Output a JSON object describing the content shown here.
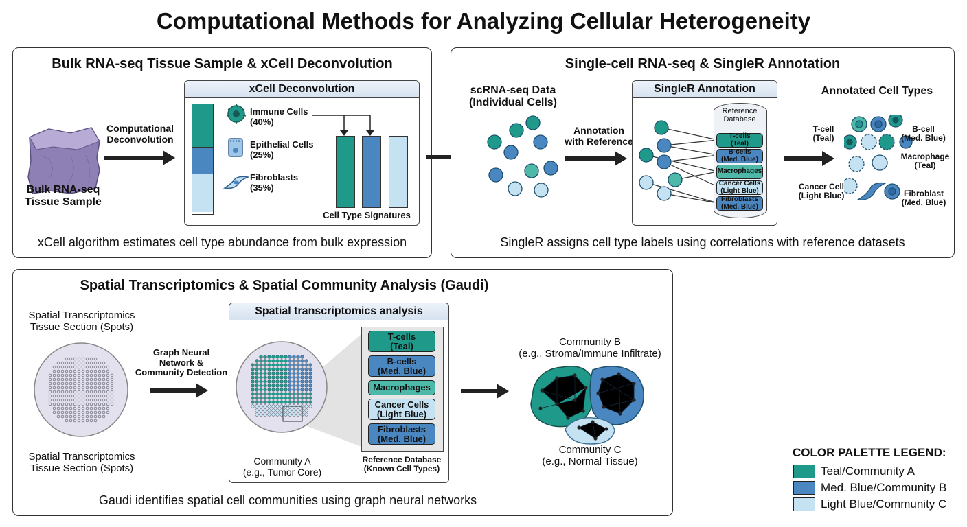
{
  "title": "Computational Methods for Analyzing Cellular Heterogeneity",
  "colors": {
    "teal": "#1f9a8a",
    "med_blue": "#4a86c0",
    "light_blue": "#c4e2f2",
    "tissue_purple": "#a99bc6"
  },
  "panel1": {
    "title": "Bulk RNA-seq Tissue Sample & xCell Deconvolution",
    "tissue_label": [
      "Bulk RNA-seq",
      "Tissue Sample"
    ],
    "arrow_label": [
      "Computational",
      "Deconvolution"
    ],
    "xcell_title": "xCell Deconvolution",
    "cells": [
      {
        "name": "Immune Cells",
        "pct": "(40%)",
        "icon": "immune-cell-icon"
      },
      {
        "name": "Epithelial Cells",
        "pct": "(25%)",
        "icon": "epithelial-cell-icon"
      },
      {
        "name": "Fibroblasts",
        "pct": "(35%)",
        "icon": "fibroblast-icon"
      }
    ],
    "stack_fractions": [
      0.4,
      0.25,
      0.35
    ],
    "signatures_label": "Cell Type Signatures",
    "caption": "xCell algorithm estimates cell type abundance from bulk expression"
  },
  "panel2": {
    "title": "Single-cell RNA-seq & SingleR Annotation",
    "sc_label": [
      "scRNA-seq Data",
      "(Individual Cells)"
    ],
    "arrow_label": [
      "Annotation",
      "with Reference"
    ],
    "singler_title": "SingleR Annotation",
    "ref_db_label": [
      "Reference",
      "Database"
    ],
    "ref_entries": [
      [
        "T-cells",
        "(Teal)"
      ],
      [
        "B-cells",
        "(Med. Blue)"
      ],
      [
        "Macrophages"
      ],
      [
        "Cancer Cells",
        "(Light Blue)"
      ],
      [
        "Fibroblasts",
        "(Med. Blue)"
      ]
    ],
    "annotated_title": "Annotated Cell Types",
    "annotated_labels": {
      "tcell": [
        "T-cell",
        "(Teal)"
      ],
      "bcell": [
        "B-cell",
        "(Med. Blue)"
      ],
      "macrophage": [
        "Macrophage",
        "(Teal)"
      ],
      "cancer": [
        "Cancer Cell",
        "(Light Blue)"
      ],
      "fibroblast": [
        "Fibroblast",
        "(Med. Blue)"
      ]
    },
    "caption": "SingleR assigns cell type labels using correlations with reference datasets"
  },
  "panel3": {
    "title": "Spatial Transcriptomics & Spatial Community Analysis (Gaudi)",
    "section_label": [
      "Spatial Transcriptomics",
      "Tissue Section (Spots)"
    ],
    "arrow_label": [
      "Graph Neural",
      "Network &",
      "Community Detection"
    ],
    "analysis_title": "Spatial transcriptomics analysis",
    "ref_entries": [
      [
        "T-cells",
        "(Teal)"
      ],
      [
        "B-cells",
        "(Med. Blue)"
      ],
      [
        "Macrophages"
      ],
      [
        "Cancer Cells",
        "(Light Blue)"
      ],
      [
        "Fibroblasts",
        "(Med. Blue)"
      ]
    ],
    "community_a": [
      "Community A",
      "(e.g., Tumor Core)"
    ],
    "ref_db_label": [
      "Reference Database",
      "(Known Cell Types)"
    ],
    "community_b": [
      "Community B",
      "(e.g., Stroma/Immune Infiltrate)"
    ],
    "community_c": [
      "Community C",
      "(e.g., Normal Tissue)"
    ],
    "caption": "Gaudi identifies spatial cell communities using graph neural networks"
  },
  "legend": {
    "title": "COLOR PALETTE LEGEND:",
    "items": [
      "Teal/Community A",
      "Med. Blue/Community B",
      "Light Blue/Community C"
    ]
  }
}
